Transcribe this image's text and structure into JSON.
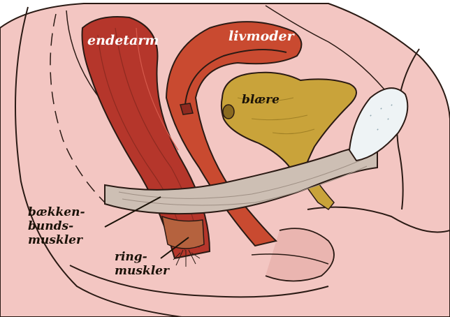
{
  "labels": {
    "endetarm": "endetarm",
    "livmoder": "livmoder",
    "blaere": "blære",
    "baekkenbund_line1": "bækken-",
    "baekkenbund_line2": "bunds-",
    "baekkenbund_line3": "muskler",
    "ring_line1": "ring-",
    "ring_line2": "muskler"
  },
  "colors": {
    "background": "#ffffff",
    "skin": "#f3c6c2",
    "skin_shadow": "#e3a9a4",
    "outline": "#2a1a14",
    "muscle_red": "#b5362b",
    "uterus_red": "#c94a30",
    "bladder_yellow": "#c9a33a",
    "pelvic_floor_gray": "#cdbfb4",
    "tampon_white": "#eef3f5",
    "label_light": "#ffffff",
    "label_dark": "#1a1208"
  }
}
